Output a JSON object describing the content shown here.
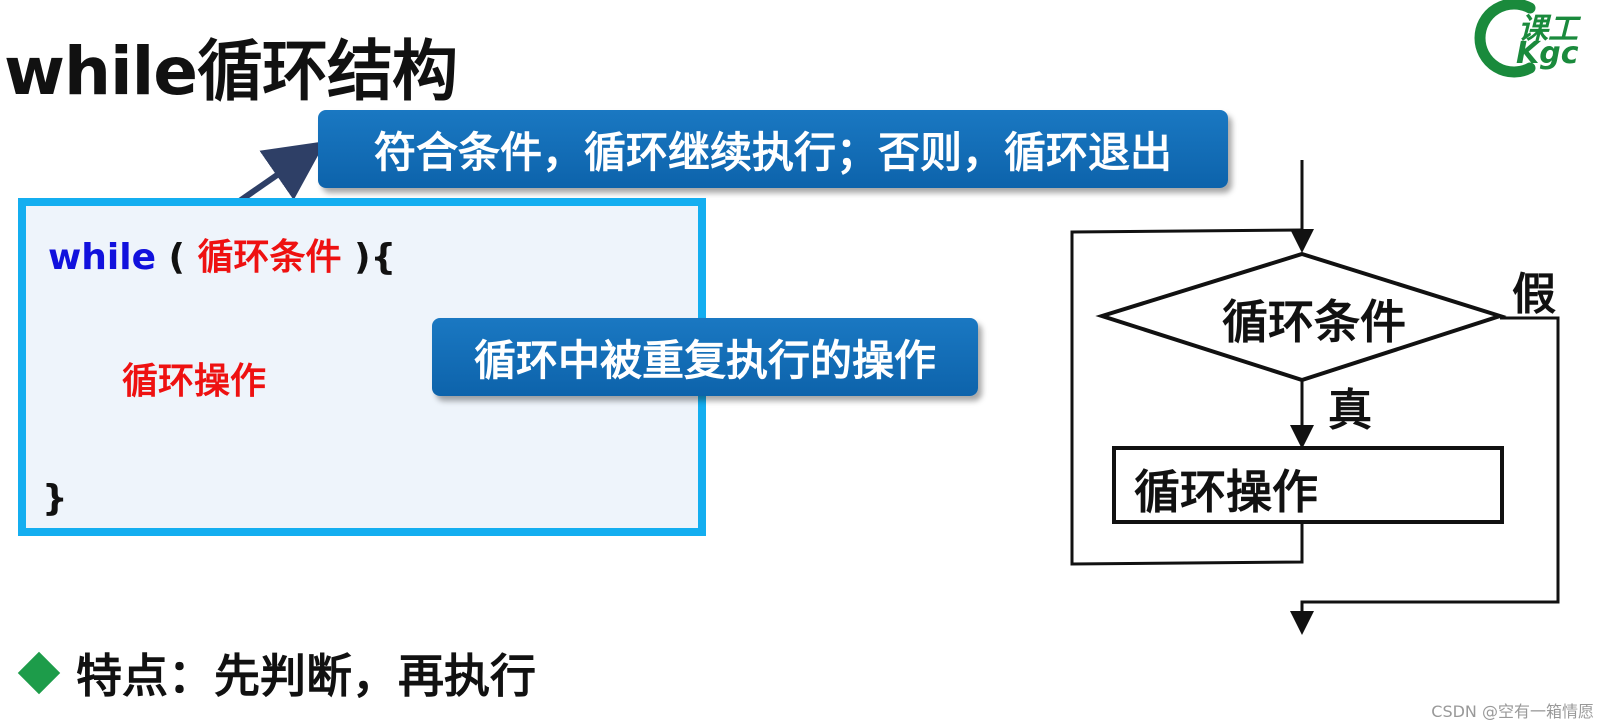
{
  "title": "while循环结构",
  "logo": {
    "text": "课工",
    "subtext": "Kgc"
  },
  "callouts": {
    "top": "符合条件，循环继续执行；否则，循环退出",
    "middle": "循环中被重复执行的操作"
  },
  "code": {
    "keyword": "while",
    "open_paren": "(",
    "condition": "循环条件",
    "close_paren": ")",
    "open_brace": "{",
    "operation": "循环操作",
    "close_brace": "}"
  },
  "flowchart": {
    "condition": "循环条件",
    "true_label": "真",
    "false_label": "假",
    "operation": "循环操作"
  },
  "feature": "特点：先判断，再执行",
  "watermark": "CSDN @空有一箱情愿",
  "colors": {
    "callout_blue": "#0d63ab",
    "code_border": "#14aef0",
    "keyword_blue": "#1111dd",
    "highlight_red": "#ee1111",
    "bullet_green": "#1d9c4a"
  }
}
